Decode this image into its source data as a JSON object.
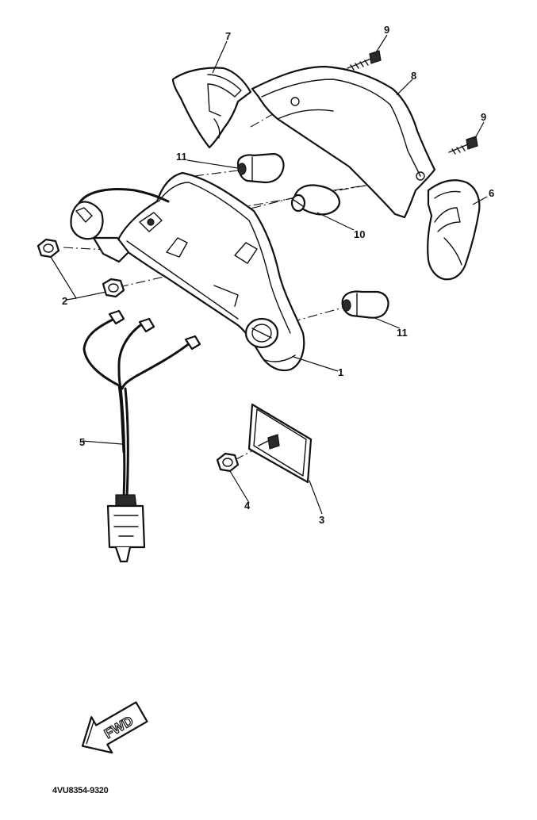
{
  "diagram": {
    "drawing_code": "4VU8354-9320",
    "direction_label": "FWD",
    "callouts": [
      {
        "id": "c1",
        "label": "1"
      },
      {
        "id": "c2",
        "label": "2"
      },
      {
        "id": "c3",
        "label": "3"
      },
      {
        "id": "c4",
        "label": "4"
      },
      {
        "id": "c5",
        "label": "5"
      },
      {
        "id": "c6",
        "label": "6"
      },
      {
        "id": "c7",
        "label": "7"
      },
      {
        "id": "c8",
        "label": "8"
      },
      {
        "id": "c9a",
        "label": "9"
      },
      {
        "id": "c9b",
        "label": "9"
      },
      {
        "id": "c10",
        "label": "10"
      },
      {
        "id": "c11a",
        "label": "11"
      },
      {
        "id": "c11b",
        "label": "11"
      }
    ]
  }
}
